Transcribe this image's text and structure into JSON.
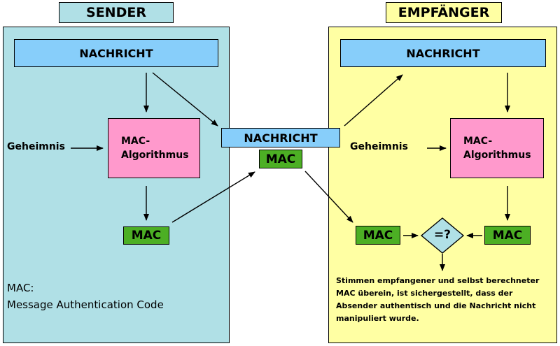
{
  "sender": {
    "title": "SENDER",
    "message": "NACHRICHT",
    "secret": "Geheimnis",
    "algorithm": [
      "MAC-",
      "Algorithmus"
    ],
    "mac": "MAC",
    "footnote": [
      "MAC:",
      "Message Authentication Code"
    ]
  },
  "channel": {
    "message": "NACHRICHT",
    "mac": "MAC"
  },
  "receiver": {
    "title": "EMPFÄNGER",
    "message": "NACHRICHT",
    "secret": "Geheimnis",
    "algorithm": [
      "MAC-",
      "Algorithmus"
    ],
    "mac_received": "MAC",
    "mac_computed": "MAC",
    "compare": "=?",
    "note": [
      "Stimmen empfangener und selbst berechneter",
      "MAC überein, ist sichergestellt, dass der",
      "Absender authentisch und die Nachricht nicht",
      "manipuliert wurde."
    ]
  },
  "colors": {
    "sender_panel": "#b0e0e6",
    "receiver_panel": "#ffffa3",
    "message_box": "#87cefa",
    "algorithm_box": "#ff99cc",
    "mac_box": "#4caf24",
    "compare_diamond": "#b0e0e6"
  }
}
